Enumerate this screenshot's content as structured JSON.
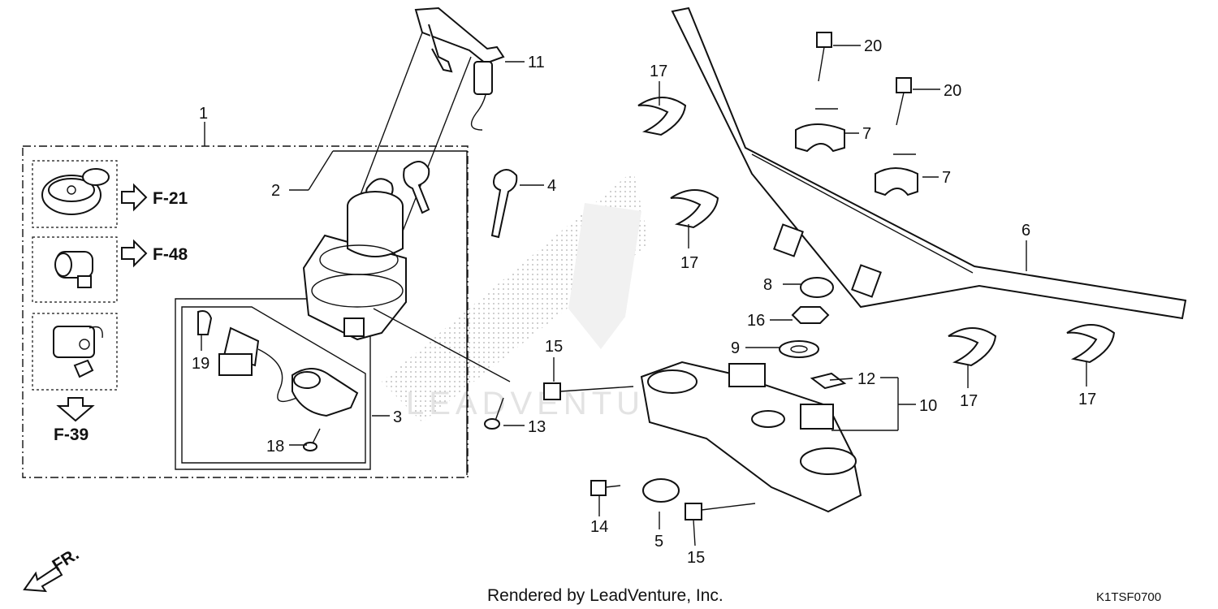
{
  "callouts": [
    {
      "id": "1",
      "label": "1"
    },
    {
      "id": "2",
      "label": "2"
    },
    {
      "id": "3",
      "label": "3"
    },
    {
      "id": "4",
      "label": "4"
    },
    {
      "id": "5",
      "label": "5"
    },
    {
      "id": "6",
      "label": "6"
    },
    {
      "id": "7a",
      "label": "7"
    },
    {
      "id": "7b",
      "label": "7"
    },
    {
      "id": "8",
      "label": "8"
    },
    {
      "id": "9",
      "label": "9"
    },
    {
      "id": "10",
      "label": "10"
    },
    {
      "id": "11",
      "label": "11"
    },
    {
      "id": "12",
      "label": "12"
    },
    {
      "id": "13",
      "label": "13"
    },
    {
      "id": "14",
      "label": "14"
    },
    {
      "id": "15a",
      "label": "15"
    },
    {
      "id": "15b",
      "label": "15"
    },
    {
      "id": "16",
      "label": "16"
    },
    {
      "id": "17a",
      "label": "17"
    },
    {
      "id": "17b",
      "label": "17"
    },
    {
      "id": "17c",
      "label": "17"
    },
    {
      "id": "17d",
      "label": "17"
    },
    {
      "id": "18",
      "label": "18"
    },
    {
      "id": "19",
      "label": "19"
    },
    {
      "id": "20a",
      "label": "20"
    },
    {
      "id": "20b",
      "label": "20"
    }
  ],
  "references": {
    "f21": "F-21",
    "f48": "F-48",
    "f39": "F-39"
  },
  "front_marker": "FR.",
  "footer": {
    "rendered_by": "Rendered by LeadVenture, Inc.",
    "diagram_code": "K1TSF0700"
  },
  "watermark": "LEADVENTURE"
}
